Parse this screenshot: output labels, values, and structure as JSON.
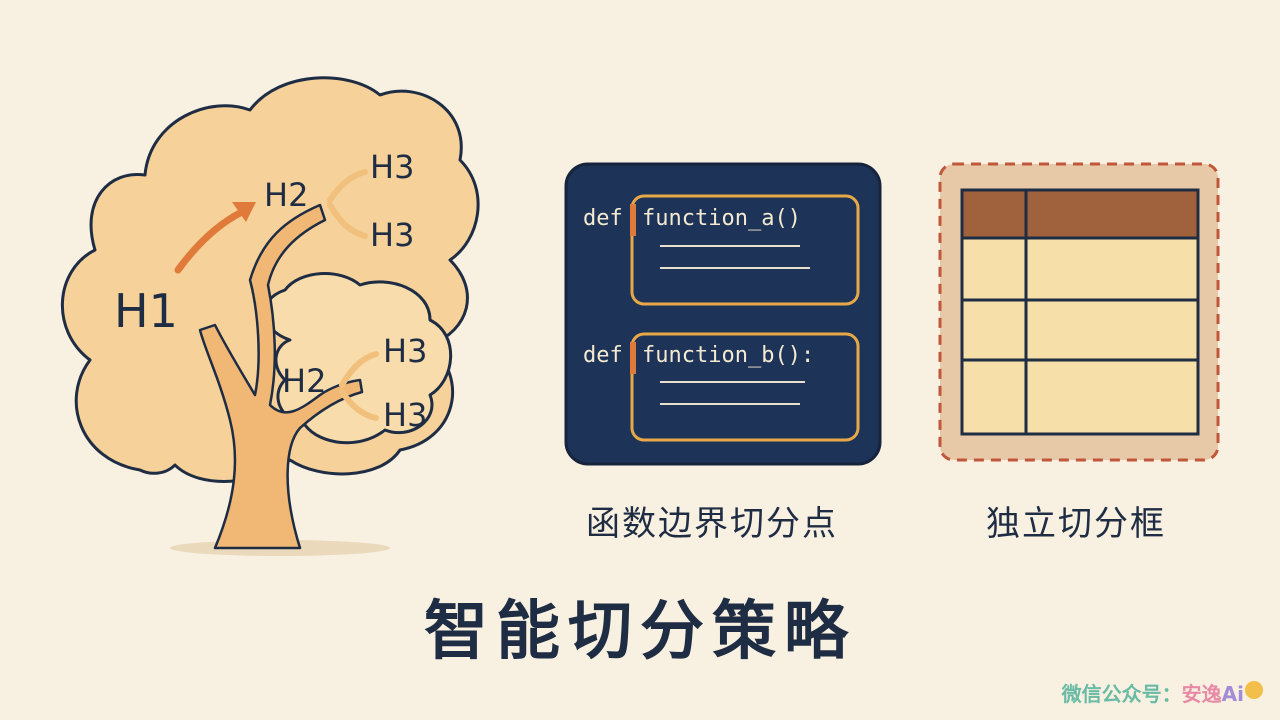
{
  "tree": {
    "h1": "H1",
    "branch_top": {
      "h2": "H2",
      "h3_a": "H3",
      "h3_b": "H3"
    },
    "branch_bottom": {
      "h2": "H2",
      "h3_a": "H3",
      "h3_b": "H3"
    }
  },
  "code_panel": {
    "keyword": "def",
    "func_a": "function_a()",
    "func_b": "function_b():",
    "caption": "函数边界切分点"
  },
  "table_panel": {
    "caption": "独立切分框"
  },
  "title": "智能切分策略",
  "watermark": {
    "prefix": "微信公众号：",
    "name": "安逸",
    "ai": "Ai"
  },
  "colors": {
    "background": "#f8f0e0",
    "navy": "#1f2d44",
    "canopy": "#f6d19a",
    "code_bg": "#1e3358",
    "orange": "#e07a3a",
    "table_header": "#a0623c",
    "table_cell": "#f6dfa9"
  }
}
